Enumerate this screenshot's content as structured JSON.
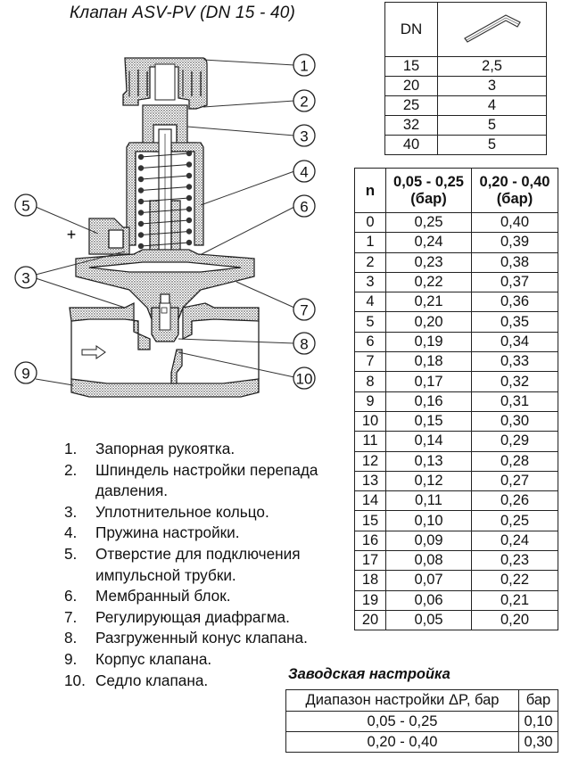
{
  "title": "Клапан ASV-PV (DN 15 - 40)",
  "dn_table": {
    "header": "DN",
    "icon": "hex-key-icon",
    "rows": [
      {
        "dn": "15",
        "key": "2,5"
      },
      {
        "dn": "20",
        "key": "3"
      },
      {
        "dn": "25",
        "key": "4"
      },
      {
        "dn": "32",
        "key": "5"
      },
      {
        "dn": "40",
        "key": "5"
      }
    ]
  },
  "setting_table": {
    "headers": {
      "n": "n",
      "range1_l1": "0,05 - 0,25",
      "range1_l2": "(бар)",
      "range2_l1": "0,20 - 0,40",
      "range2_l2": "(бар)"
    },
    "rows": [
      [
        "0",
        "0,25",
        "0,40"
      ],
      [
        "1",
        "0,24",
        "0,39"
      ],
      [
        "2",
        "0,23",
        "0,38"
      ],
      [
        "3",
        "0,22",
        "0,37"
      ],
      [
        "4",
        "0,21",
        "0,36"
      ],
      [
        "5",
        "0,20",
        "0,35"
      ],
      [
        "6",
        "0,19",
        "0,34"
      ],
      [
        "7",
        "0,18",
        "0,33"
      ],
      [
        "8",
        "0,17",
        "0,32"
      ],
      [
        "9",
        "0,16",
        "0,31"
      ],
      [
        "10",
        "0,15",
        "0,30"
      ],
      [
        "11",
        "0,14",
        "0,29"
      ],
      [
        "12",
        "0,13",
        "0,28"
      ],
      [
        "13",
        "0,12",
        "0,27"
      ],
      [
        "14",
        "0,11",
        "0,26"
      ],
      [
        "15",
        "0,10",
        "0,25"
      ],
      [
        "16",
        "0,09",
        "0,24"
      ],
      [
        "17",
        "0,08",
        "0,23"
      ],
      [
        "18",
        "0,07",
        "0,22"
      ],
      [
        "19",
        "0,06",
        "0,21"
      ],
      [
        "20",
        "0,05",
        "0,20"
      ]
    ]
  },
  "factory": {
    "title": "Заводская настройка",
    "header_range": "Диапазон настройки ΔP, бар",
    "header_value": "бар",
    "rows": [
      {
        "range": "0,05 - 0,25",
        "value": "0,10"
      },
      {
        "range": "0,20 - 0,40",
        "value": "0,30"
      }
    ]
  },
  "legend": [
    {
      "num": "1.",
      "text": "Запорная рукоятка."
    },
    {
      "num": "2.",
      "text": "Шпиндель настройки перепада давления."
    },
    {
      "num": "3.",
      "text": "Уплотнительное кольцо."
    },
    {
      "num": "4.",
      "text": "Пружина настройки."
    },
    {
      "num": "5.",
      "text": "Отверстие для подключения импульсной трубки."
    },
    {
      "num": "6.",
      "text": "Мембранный блок."
    },
    {
      "num": "7.",
      "text": "Регулирующая диафрагма."
    },
    {
      "num": "8.",
      "text": "Разгруженный конус клапана."
    },
    {
      "num": "9.",
      "text": "Корпус клапана."
    },
    {
      "num": "10.",
      "text": "Седло клапана."
    }
  ],
  "diagram": {
    "callouts": [
      "1",
      "2",
      "3",
      "4",
      "5",
      "6",
      "3",
      "7",
      "8",
      "9",
      "10"
    ],
    "plus_sign": "+",
    "flow_arrow": "flow-arrow-icon"
  }
}
